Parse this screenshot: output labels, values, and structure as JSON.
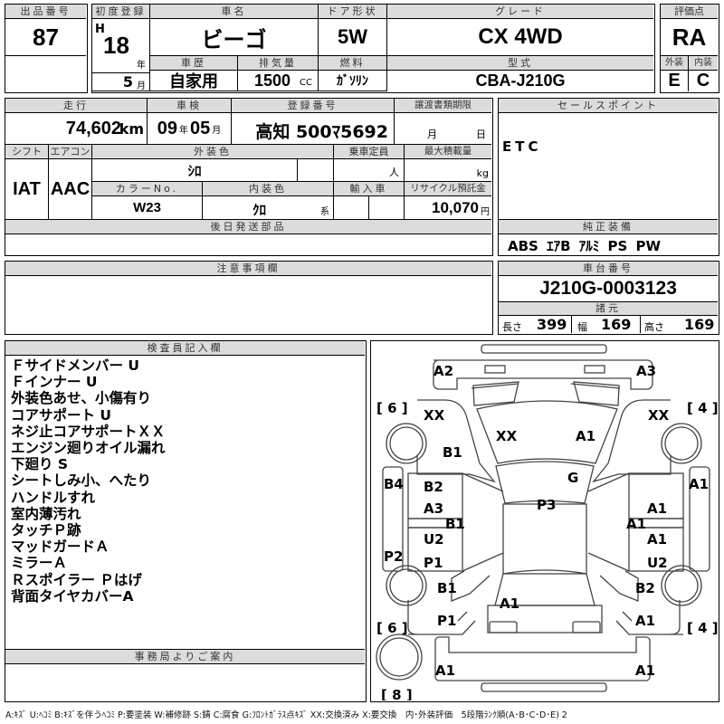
{
  "header": {
    "lot_no": {
      "label": "出品番号",
      "value": "87"
    },
    "first_reg": {
      "label": "初度登録",
      "era": "H",
      "year": "18",
      "year_unit": "年",
      "month": "5",
      "month_unit": "月"
    },
    "car_name": {
      "label": "車名",
      "value": "ビーゴ"
    },
    "door": {
      "label": "ドア形状",
      "value": "5W"
    },
    "grade": {
      "label": "グレード",
      "value": "CX 4WD"
    },
    "score": {
      "label": "評価点",
      "value": "RA"
    },
    "history": {
      "label": "車歴",
      "value": "自家用"
    },
    "displacement": {
      "label": "排気量",
      "value": "1500",
      "unit": "CC"
    },
    "fuel": {
      "label": "燃料",
      "value": "ｶﾞｿﾘﾝ"
    },
    "model": {
      "label": "型式",
      "value": "CBA-J210G"
    },
    "exterior_grade": {
      "label": "外装",
      "value": "E"
    },
    "interior_grade": {
      "label": "内装",
      "value": "C"
    }
  },
  "details": {
    "mileage": {
      "label": "走行",
      "value": "74,602",
      "unit": "km"
    },
    "inspection": {
      "label": "車検",
      "year": "09",
      "year_unit": "年",
      "month": "05",
      "month_unit": "月"
    },
    "registration": {
      "label": "登録番号",
      "value": "高知 500ﾏ5692"
    },
    "transfer_deadline": {
      "label": "譲渡書類期限",
      "month_unit": "月",
      "day_unit": "日"
    },
    "shift": {
      "label": "シフト",
      "value": "IAT"
    },
    "aircon": {
      "label": "エアコン",
      "value": "AAC"
    },
    "ext_color": {
      "label": "外装色",
      "value": "ｼﾛ"
    },
    "capacity": {
      "label": "乗車定員",
      "unit": "人"
    },
    "max_load": {
      "label": "最大積載量",
      "unit": "kg"
    },
    "color_no": {
      "label": "カラーNo.",
      "value": "W23"
    },
    "int_color": {
      "label": "内装色",
      "value": "ｸﾛ",
      "suffix": "系"
    },
    "imported": {
      "label": "輸入車"
    },
    "recycle": {
      "label": "リサイクル預託金",
      "value": "10,070",
      "unit": "円"
    },
    "later_parts": {
      "label": "後日発送部品",
      "value": ""
    }
  },
  "sales_points": {
    "label": "セールスポイント",
    "value": "ETC"
  },
  "equipment": {
    "label": "純正装備",
    "value": "ABS ｴｱB ｱﾙﾐ PS PW"
  },
  "notes": {
    "label": "注意事項欄",
    "value": ""
  },
  "chassis": {
    "label": "車台番号",
    "value": "J210G-0003123"
  },
  "specs": {
    "label": "諸元",
    "length_label": "長さ",
    "length": "399",
    "width_label": "幅",
    "width": "169",
    "height_label": "高さ",
    "height": "169"
  },
  "inspector": {
    "label": "検査員記入欄",
    "lines": [
      "Ｆサイドメンバー U",
      "Ｆインナー U",
      "外装色あせ、小傷有り",
      "コアサポート U",
      "ネジ止コアサポートＸＸ",
      "エンジン廻りオイル漏れ",
      "下廻り S",
      "シートしみ小、へたり",
      "ハンドルすれ",
      "室内薄汚れ",
      "タッチＰ跡",
      "マッドガードＡ",
      "ミラーＡ",
      "Ｒスポイラー Ｐはげ",
      "背面タイヤカバーA"
    ]
  },
  "office": {
    "label": "事務局よりご案内",
    "value": ""
  },
  "diagram": {
    "tire_marks": {
      "front_left": "[ 6 ]",
      "front_right": "[ 4 ]",
      "rear_left": "[ 6 ]",
      "rear_right": "[ 4 ]",
      "spare": "[ 8 ]"
    },
    "marks": {
      "front_bumper_left": "A2",
      "front_bumper_right": "A3",
      "left_front_fender": "XX",
      "right_front_fender": "XX",
      "hood_left": "XX",
      "hood_right": "A1",
      "left_fender_lower": "B1",
      "windshield": "G",
      "left_sill": "B4",
      "right_sill": "A1",
      "left_front_door_upper": "B2",
      "left_front_door_lower": "A3",
      "left_pillar": "B1",
      "left_rear_door_upper": "U2",
      "left_rear_door_lower": "P1",
      "left_step": "P2",
      "roof": "P3",
      "right_front_door_upper": "A1",
      "right_pillar": "A1",
      "right_rear_door_upper": "A1",
      "right_rear_door_lower": "U2",
      "left_rear_fender": "B1",
      "right_rear_fender": "B2",
      "left_quarter": "P1",
      "right_quarter": "A1",
      "back_door": "A1",
      "rear_bumper_left": "A1",
      "rear_bumper_right": "A1"
    }
  },
  "legend": "A:ｷｽﾞ U:ﾍｺﾐ B:ｷｽﾞを伴うﾍｺﾐ P:要塗装 W:補修跡 S:錆 C:腐食 G:ﾌﾛﾝﾄｶﾞﾗｽ点ｷｽﾞ XX:交換済み X:要交換　内･外装評価　5段階ﾗﾝｸ順(A･B･C･D･E) 2"
}
